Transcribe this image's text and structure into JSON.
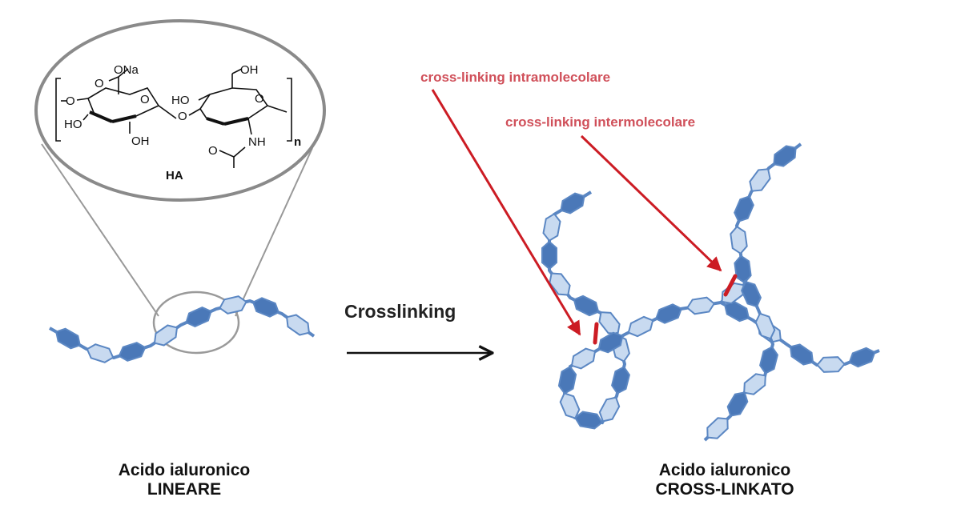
{
  "structure": {
    "ona": "ONa",
    "oh_top": "OH",
    "ho_left": "HO",
    "ho_mid": "HO",
    "oh_bottom": "OH",
    "nh": "NH",
    "o_carbonyl": "O",
    "o_ring1": "O",
    "o_ring2": "O",
    "o_glyco": "O",
    "o_link": "O",
    "o_acetyl": "O",
    "n_repeat": "n",
    "name": "HA"
  },
  "labels": {
    "intra": "cross-linking intramolecolare",
    "inter": "cross-linking intermolecolare",
    "process": "Crosslinking"
  },
  "captions": {
    "linear_line1": "Acido ialuronico",
    "linear_line2": "LINEARE",
    "cross_line1": "Acido ialuronico",
    "cross_line2": "CROSS-LINKATO"
  },
  "colors": {
    "unit_dark": "#4a78b8",
    "unit_light": "#c8daf0",
    "chain": "#5b87c3",
    "crosslink": "#cc1c24",
    "label": "#d0505a"
  }
}
